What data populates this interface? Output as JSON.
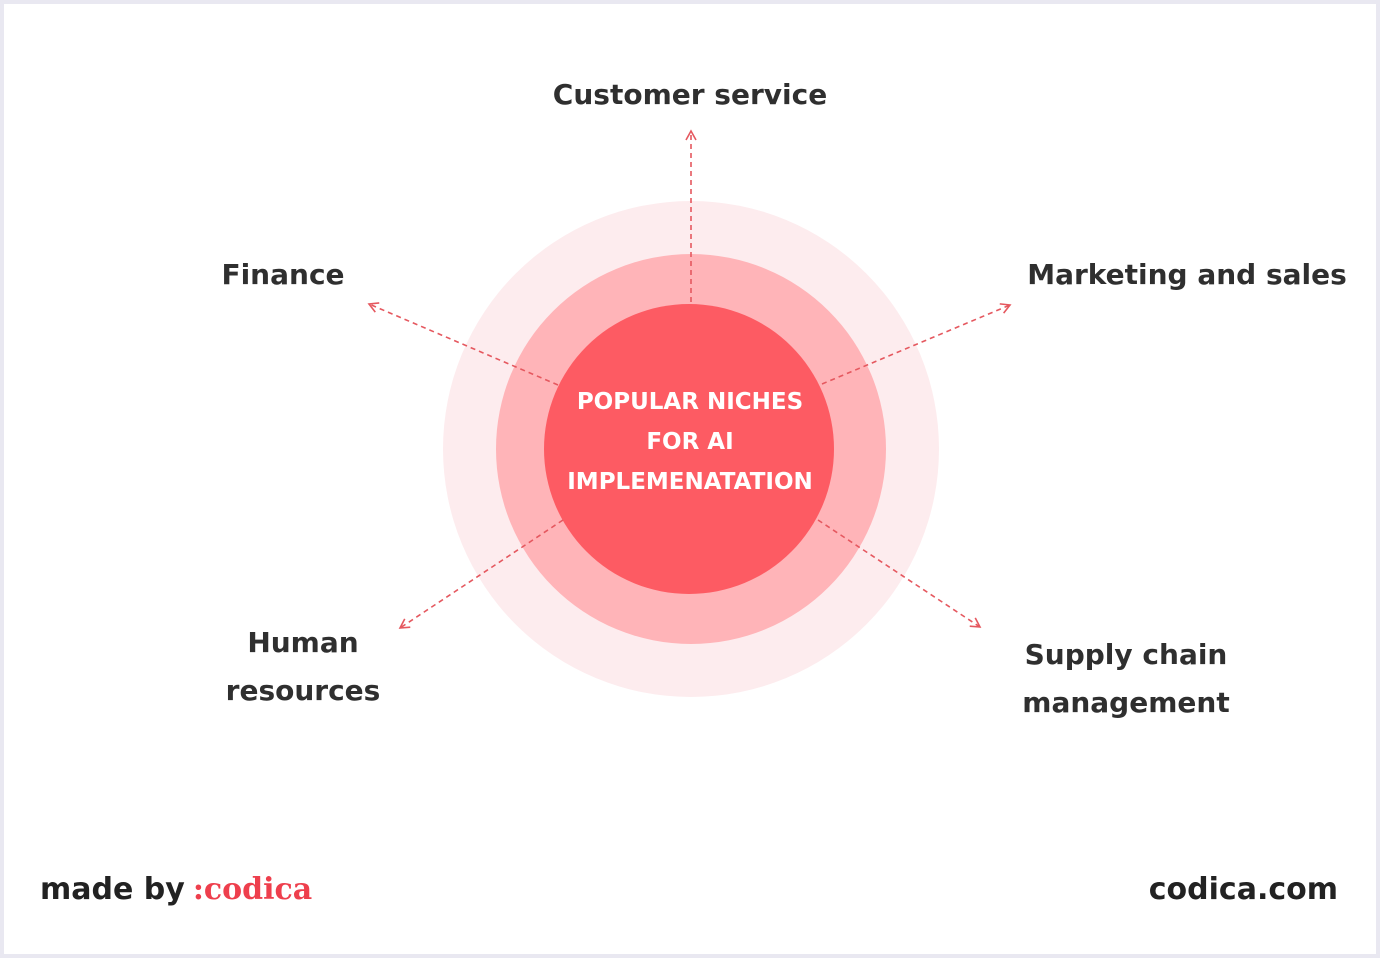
{
  "diagram": {
    "center_lines": [
      "POPULAR NICHES",
      "FOR AI",
      "IMPLEMENATATION"
    ],
    "niches": {
      "top": "Customer service",
      "left": "Finance",
      "right": "Marketing and sales",
      "bottom_left": "Human resources",
      "bottom_right": "Supply chain management"
    }
  },
  "footer": {
    "made_by": "made by",
    "brand": ":codica",
    "site": "codica.com"
  },
  "colors": {
    "outer_ring": "#fdecee",
    "middle_ring": "#ffb4b8",
    "inner_circle": "#fd5b63",
    "arrow": "#e5585f",
    "label_text": "#2f2f2f",
    "brand": "#ee3f4d",
    "frame": "#e9e8f1"
  }
}
